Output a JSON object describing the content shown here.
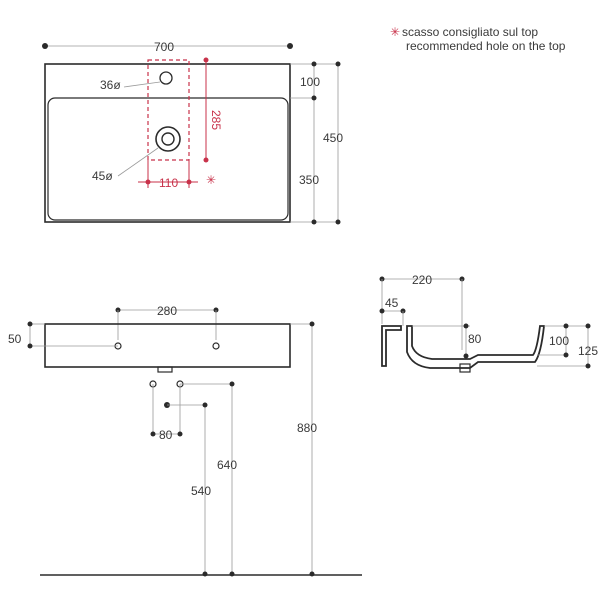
{
  "note": {
    "star": "✳",
    "line_it": "scasso consigliato sul top",
    "line_en": "recommended hole on the top"
  },
  "top_view": {
    "width": "700",
    "depth_total": "450",
    "depth_deck": "100",
    "depth_basin": "350",
    "tap_hole": "36ø",
    "drain_hole": "45ø",
    "top_hole_height": "285",
    "top_hole_width": "110"
  },
  "front_view": {
    "holes_spacing": "280",
    "holes_height": "50",
    "trap_spacing": "80",
    "height_640": "640",
    "height_540": "540",
    "height_880": "880"
  },
  "side_view": {
    "depth": "220",
    "rim": "45",
    "inner_depth": "80",
    "height_100": "100",
    "height_125": "125"
  },
  "colors": {
    "ink": "#2b2b2b",
    "dimension": "#9a9a9a",
    "accent_red": "#c8324a"
  }
}
